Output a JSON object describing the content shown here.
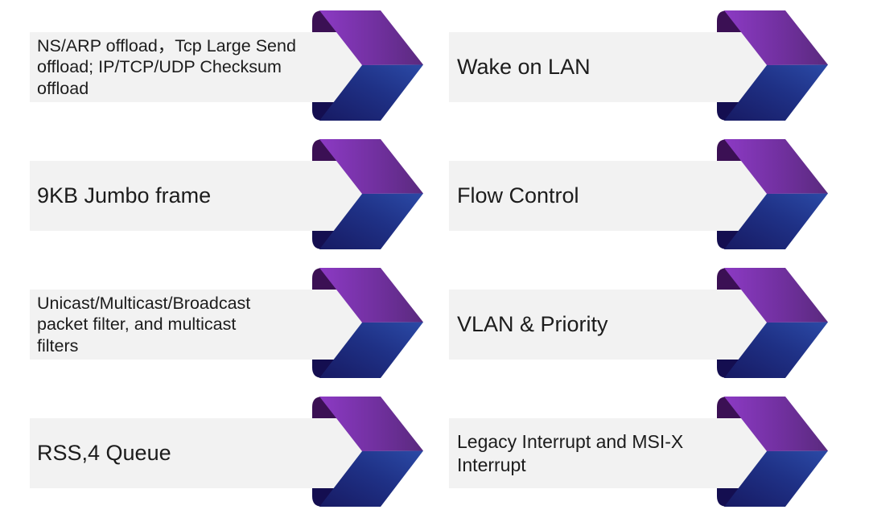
{
  "page": {
    "background": "#ffffff",
    "description": "Feature list slide: eight network adapter capabilities with 3D chevron arrow graphics"
  },
  "colors": {
    "bar_background": "#f2f2f2",
    "text": "#1c1c1c",
    "purple_bright": "#8C3AC4",
    "purple_mid": "#71309F",
    "purple_dark_tip": "#5A2A7E",
    "purple_fold": "#3B1054",
    "blue_bright_tip": "#2B4AA6",
    "blue_mid": "#1F3186",
    "blue_dark": "#171A63",
    "blue_fold": "#140E50"
  },
  "icons": {
    "arrow": "chevron-right-ribbon"
  },
  "columns": {
    "left": [
      {
        "label": "NS/ARP offload，Tcp Large Send\noffload; IP/TCP/UDP Checksum\noffload"
      },
      {
        "label": "9KB Jumbo frame"
      },
      {
        "label": "Unicast/Multicast/Broadcast\npacket filter, and multicast\nfilters"
      },
      {
        "label": "RSS,4 Queue"
      }
    ],
    "right": [
      {
        "label": "Wake on LAN"
      },
      {
        "label": "Flow Control"
      },
      {
        "label": "VLAN & Priority"
      },
      {
        "label": "Legacy Interrupt and MSI-X\nInterrupt"
      }
    ]
  }
}
